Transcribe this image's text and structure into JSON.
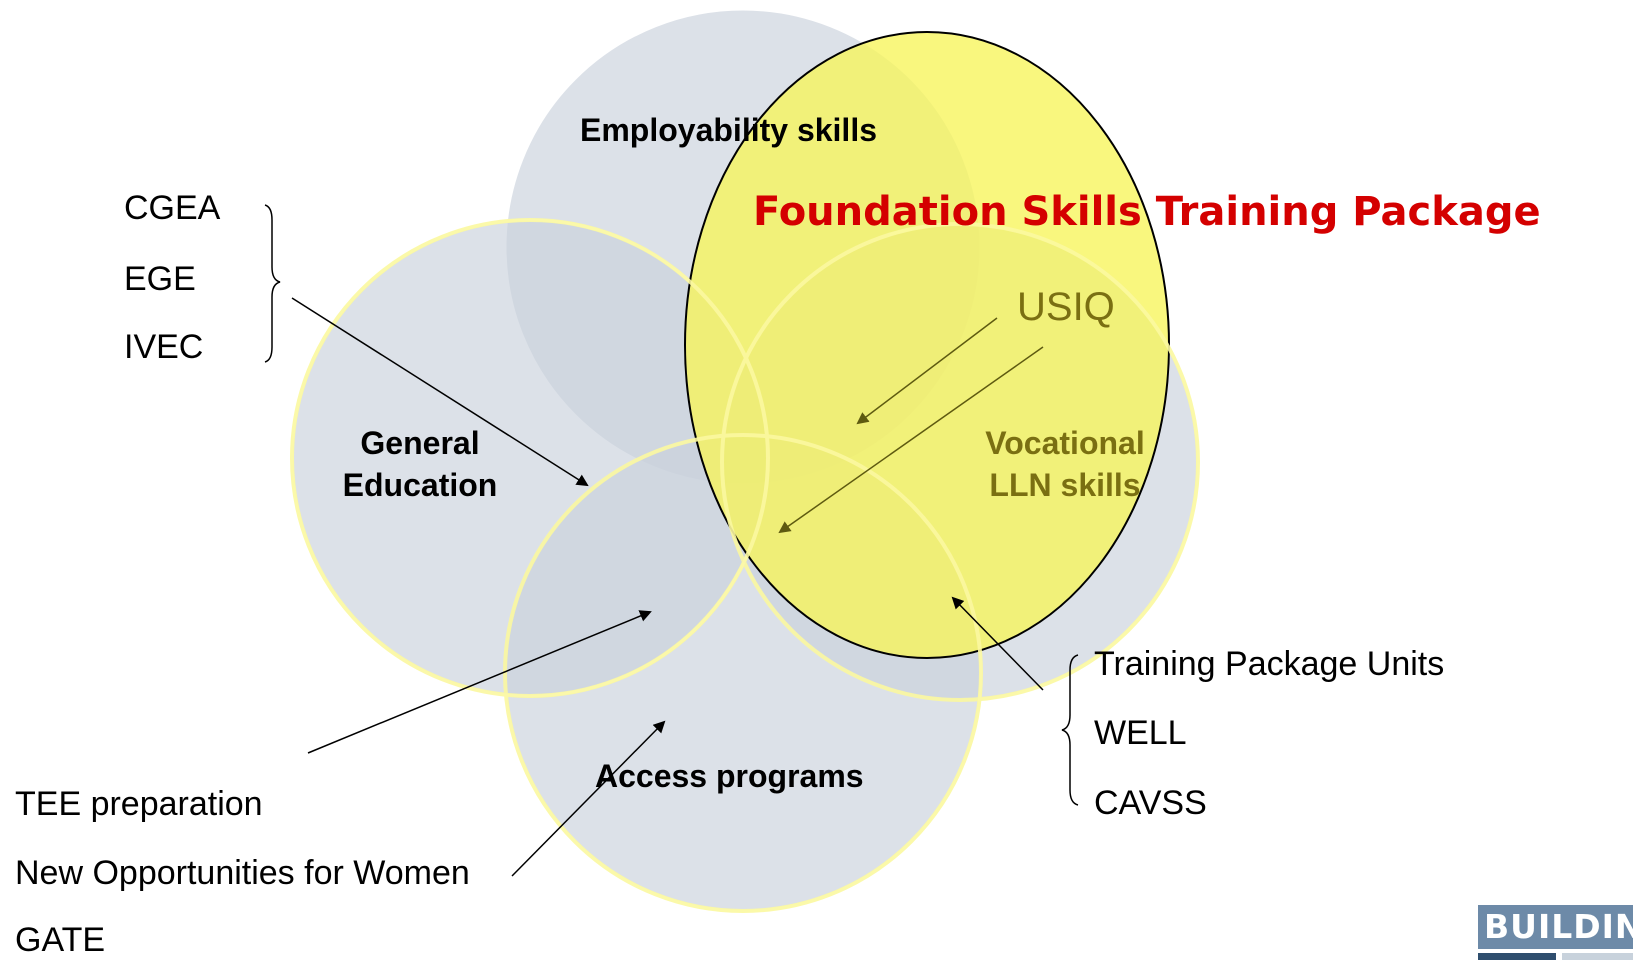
{
  "title": "Foundation Skills Training Package",
  "circles": {
    "employability": "Employability skills",
    "general_line1": "General",
    "general_line2": "Education",
    "vocational_line1": "Vocational",
    "vocational_line2": "LLN skills",
    "access": "Access programs"
  },
  "usiq": "USIQ",
  "left_top_group": [
    "CGEA",
    "EGE",
    "IVEC"
  ],
  "bottom_left_group": [
    "TEE preparation",
    "New Opportunities for Women",
    "GATE"
  ],
  "right_group": [
    "Training Package Units",
    "WELL",
    "CAVSS"
  ],
  "logo": {
    "text": "BUILDING"
  },
  "colors": {
    "circle_fill": "#c9d1dc",
    "yellow_ellipse": "#f5f25a",
    "title_red": "#d40000",
    "olive_text": "#7a6f12"
  }
}
